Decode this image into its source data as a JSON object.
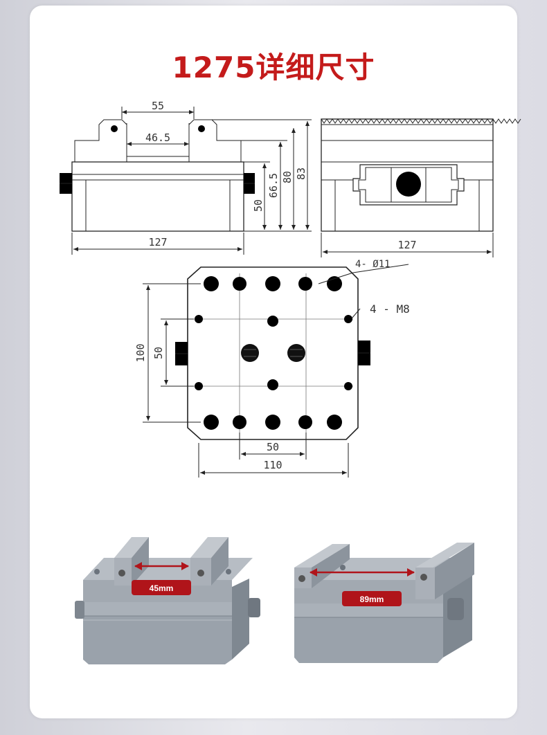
{
  "title": "1275详细尺寸",
  "colors": {
    "title": "#c41b1b",
    "arrow": "#b0141a",
    "metal": "#9ca4ad",
    "line": "#222222"
  },
  "front_view": {
    "top_width": "55",
    "inner_width": "46.5",
    "h_50": "50",
    "h_66_5": "66.5",
    "h_80": "80",
    "h_83": "83",
    "base_width": "127"
  },
  "side_view": {
    "width": "127"
  },
  "top_view": {
    "holes_callout": "4- Ø11",
    "thread_callout": "4 - M8",
    "v_100": "100",
    "v_50": "50",
    "h_50": "50",
    "h_110": "110"
  },
  "photos": {
    "left_label": "45mm",
    "right_label": "89mm"
  }
}
